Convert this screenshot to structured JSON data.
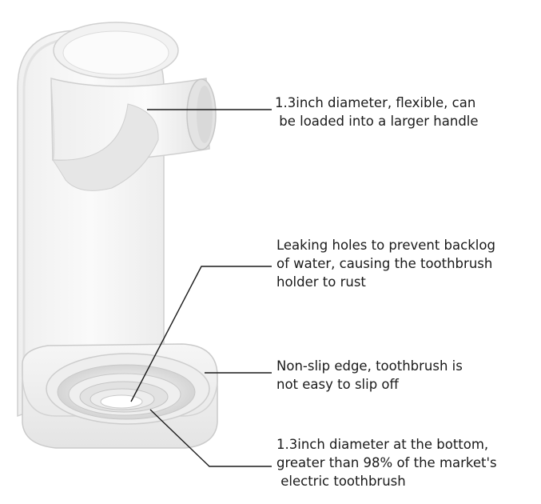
{
  "callouts": [
    {
      "text": "1.3inch diameter, flexible, can\n be loaded into a larger handle"
    },
    {
      "text": "Leaking holes to prevent backlog\nof water, causing the toothbrush\nholder to rust"
    },
    {
      "text": "Non-slip edge, toothbrush is\nnot easy to slip off"
    },
    {
      "text": "1.3inch diameter at the bottom,\ngreater than 98% of the market's\n electric toothbrush"
    }
  ],
  "colors": {
    "background": "#ffffff",
    "product_light": "#f7f7f7",
    "product_mid": "#e9e9e9",
    "product_shadow": "#d9d9d9",
    "outline": "#c9c9c9",
    "leader_line": "#1a1a1a"
  }
}
